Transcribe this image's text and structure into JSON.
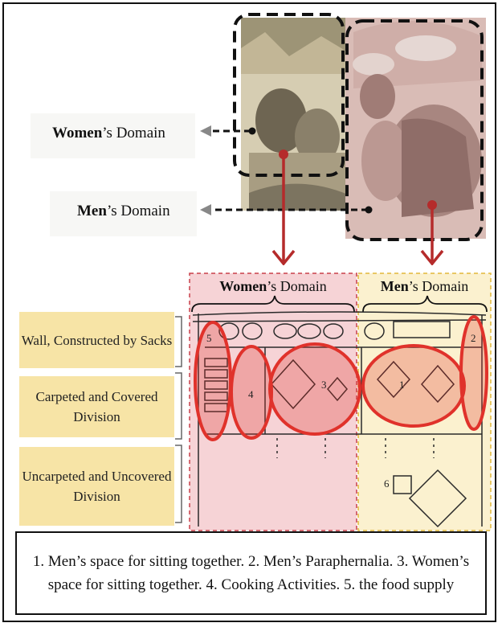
{
  "top": {
    "women_label": {
      "bold": "Women",
      "rest": "’s Domain"
    },
    "men_label": {
      "bold": "Men",
      "rest": "’s Domain"
    }
  },
  "plan": {
    "women_title": {
      "bold": "Women",
      "rest": "’s Domain"
    },
    "men_title": {
      "bold": "Men",
      "rest": "’s Domain"
    },
    "side_labels": [
      "Wall, Constructed by Sacks",
      "Carpeted and Covered Division",
      "Uncarpeted and Uncovered Division"
    ],
    "zone_numbers": [
      "1",
      "2",
      "3",
      "4",
      "5",
      "6"
    ]
  },
  "caption": "1. Men’s space for sitting together. 2. Men’s Paraphernalia. 3. Women’s space for sitting together. 4. Cooking Activities. 5. the food supply",
  "colors": {
    "women_fill": "#f6d3d6",
    "men_fill": "#fbf1cf",
    "tag_fill": "#f7e4a6",
    "highlight": "#e0322b",
    "arrow": "#b52b2b"
  }
}
